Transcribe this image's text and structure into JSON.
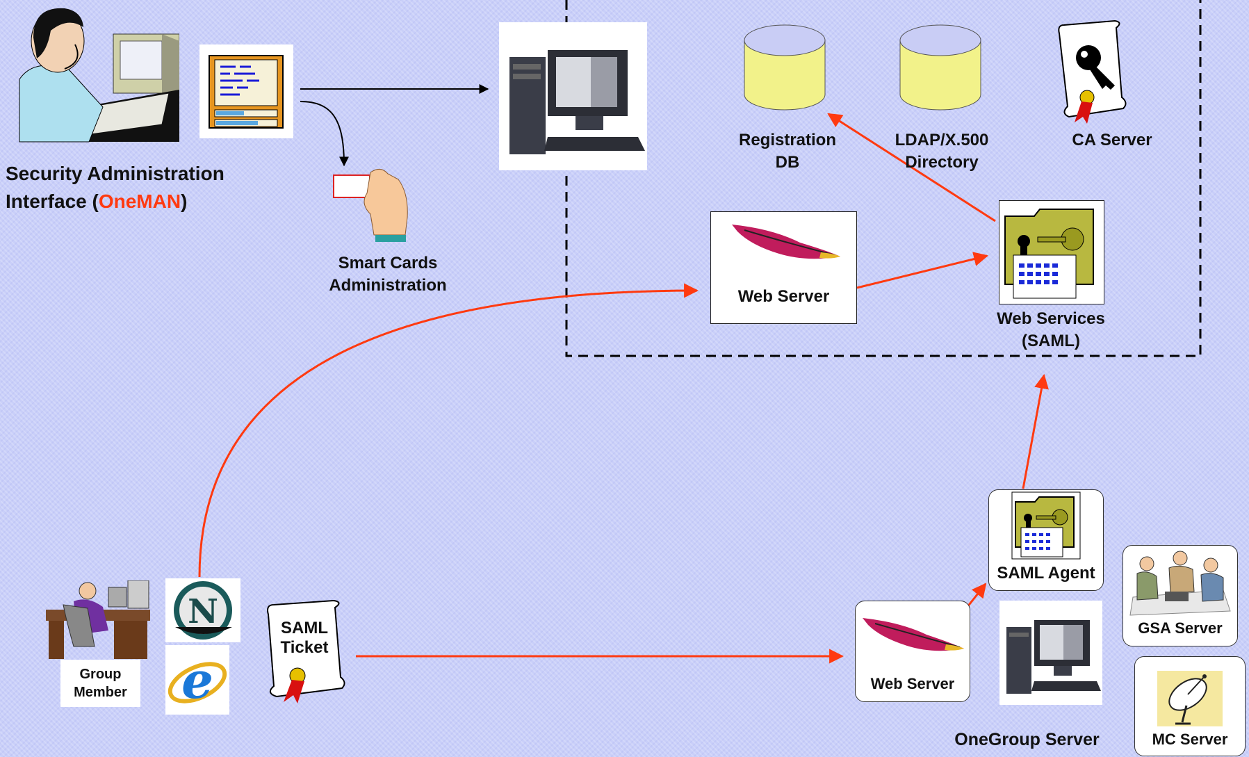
{
  "admin": {
    "title_line1": "Security Administration",
    "title_line2_prefix": "Interface (",
    "title_line2_highlight": "OneMAN",
    "title_line2_suffix": ")",
    "highlight_color": "#ff3a10"
  },
  "smart_cards": {
    "line1": "Smart Cards",
    "line2": "Administration"
  },
  "registration_db": {
    "line1": "Registration",
    "line2": "DB"
  },
  "ldap": {
    "line1": "LDAP/X.500",
    "line2": "Directory"
  },
  "ca_server": {
    "label": "CA Server"
  },
  "web_server_top": {
    "label": "Web Server"
  },
  "web_services": {
    "line1": "Web Services",
    "line2": "(SAML)"
  },
  "group_member": {
    "line1": "Group",
    "line2": "Member"
  },
  "saml_ticket": {
    "line1": "SAML",
    "line2": "Ticket"
  },
  "web_server_bottom": {
    "label": "Web Server"
  },
  "saml_agent": {
    "label": "SAML Agent"
  },
  "gsa_server": {
    "label": "GSA Server"
  },
  "mc_server": {
    "label": "MC Server"
  },
  "onegroup_server": {
    "label": "OneGroup Server"
  },
  "colors": {
    "arrow_red": "#ff3a10",
    "cylinder": "#f2f28a",
    "cylinder_top": "#c9cdf5"
  }
}
